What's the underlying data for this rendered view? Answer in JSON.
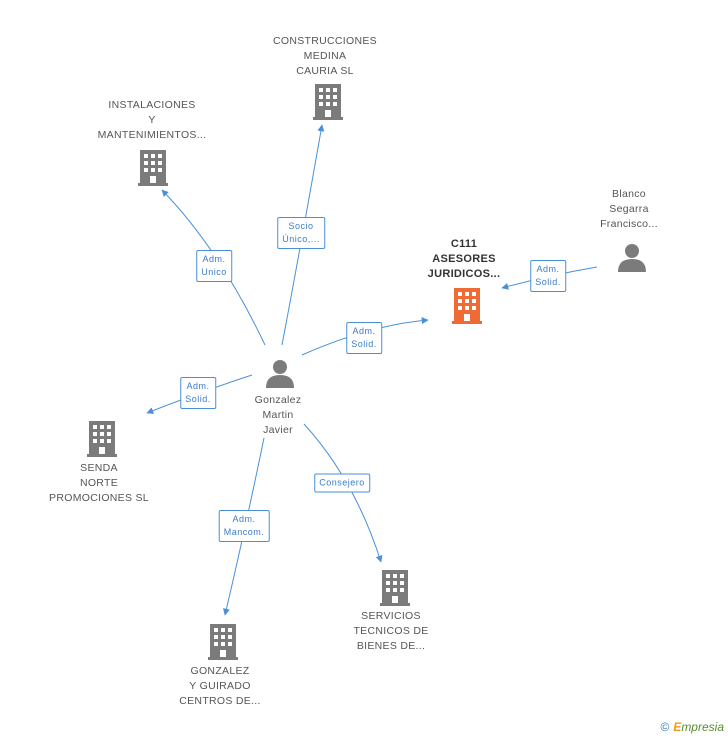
{
  "colors": {
    "edge": "#4a90d9",
    "building": "#7b7b7b",
    "focus_building": "#f06a35",
    "person": "#7b7b7b"
  },
  "nodes": {
    "construcciones": {
      "label": "CONSTRUCCIONES\nMEDINA\nCAURIA SL",
      "icon": "building-icon"
    },
    "instalaciones": {
      "label": "INSTALACIONES\nY\nMANTENIMIENTOS...",
      "icon": "building-icon"
    },
    "c111": {
      "label": "C111\nASESORES\nJURIDICOS...",
      "icon": "building-icon"
    },
    "blanco": {
      "label": "Blanco\nSegarra\nFrancisco...",
      "icon": "person-icon"
    },
    "gonzalez": {
      "label": "Gonzalez\nMartin\nJavier",
      "icon": "person-icon"
    },
    "senda": {
      "label": "SENDA\nNORTE\nPROMOCIONES SL",
      "icon": "building-icon"
    },
    "servicios": {
      "label": "SERVICIOS\nTECNICOS DE\nBIENES DE...",
      "icon": "building-icon"
    },
    "guirado": {
      "label": "GONZALEZ\nY GUIRADO\nCENTROS DE...",
      "icon": "building-icon"
    }
  },
  "edges": {
    "to_construcciones": "Socio\nÚnico,...",
    "to_instalaciones": "Adm.\nUnico",
    "to_c111": "Adm.\nSolid.",
    "blanco_to_c111": "Adm.\nSolid.",
    "to_senda": "Adm.\nSolid.",
    "to_servicios": "Consejero",
    "to_guirado": "Adm.\nMancom."
  },
  "footer": {
    "copyright": "©",
    "brand_initial": "E",
    "brand_rest": "mpresia"
  }
}
